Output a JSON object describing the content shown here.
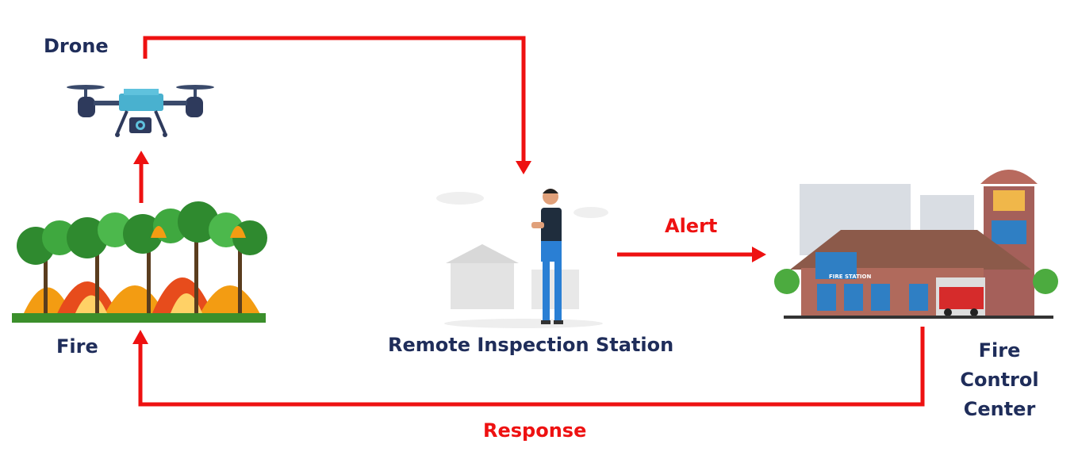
{
  "nodes": {
    "drone": {
      "label": "Drone"
    },
    "fire": {
      "label": "Fire"
    },
    "station": {
      "label": "Remote Inspection Station"
    },
    "fire_control": {
      "label_lines": [
        "Fire",
        "Control",
        "Center"
      ]
    }
  },
  "edges": {
    "alert": {
      "label": "Alert"
    },
    "response": {
      "label": "Response"
    }
  },
  "illustrations": {
    "fire_station_sign": "FIRE STATION"
  },
  "colors": {
    "arrow": "#ee1111",
    "node_text": "#1f2d5a",
    "edge_text": "#ee1111"
  }
}
